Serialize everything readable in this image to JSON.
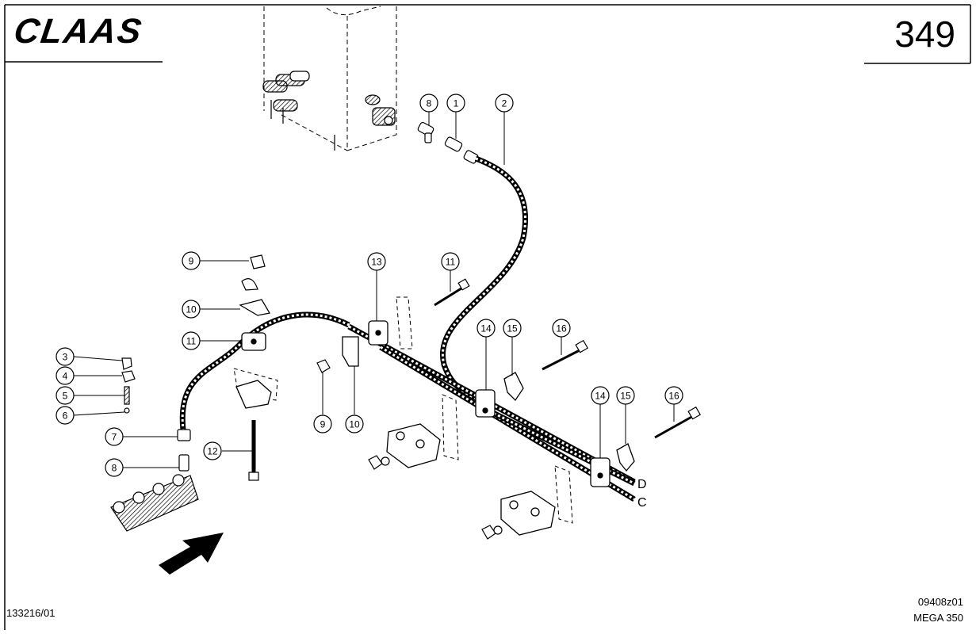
{
  "header": {
    "brand": "CLAAS",
    "page_number": "349"
  },
  "callouts": [
    "8",
    "1",
    "2",
    "9",
    "10",
    "11",
    "13",
    "11",
    "14",
    "15",
    "16",
    "14",
    "15",
    "16",
    "3",
    "4",
    "5",
    "6",
    "7",
    "8",
    "12",
    "9",
    "10"
  ],
  "hose_labels": {
    "upper": "D",
    "lower": "C"
  },
  "footer": {
    "drawing_number": "133216/01",
    "ref_code": "09408z01",
    "model": "MEGA 350"
  },
  "colors": {
    "ink": "#000000",
    "paper": "#ffffff"
  }
}
